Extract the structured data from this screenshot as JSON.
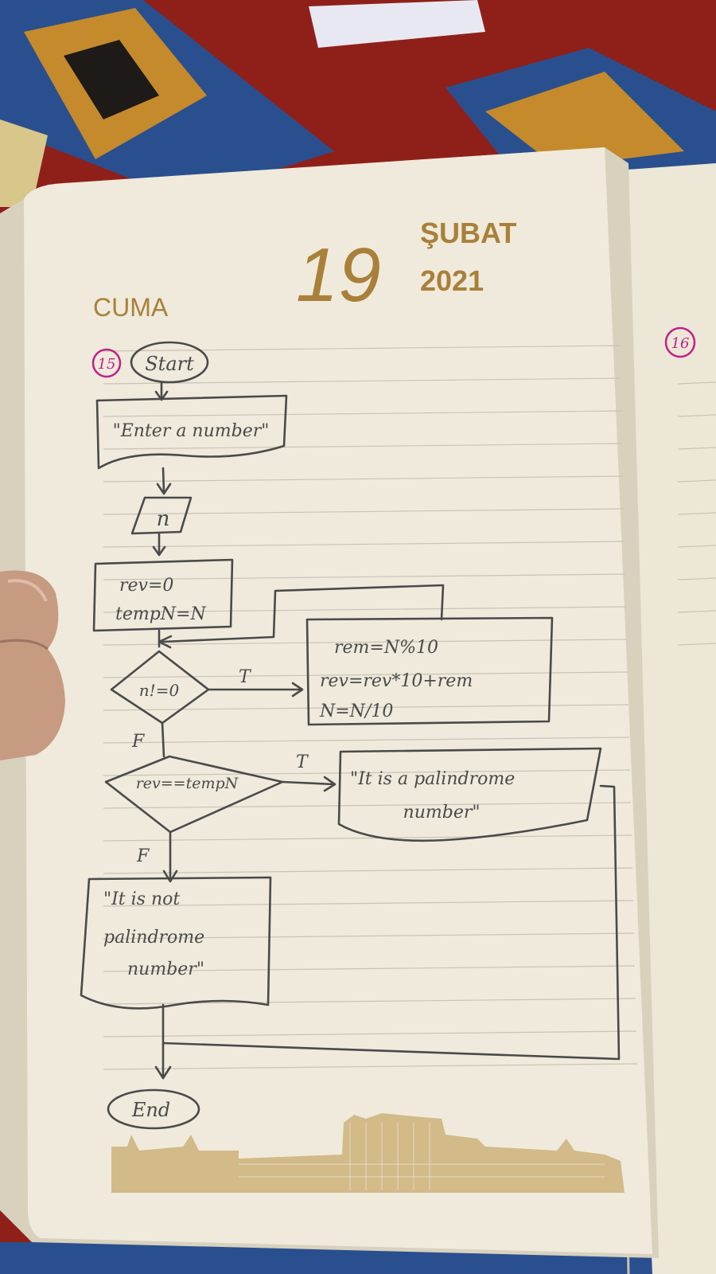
{
  "planner": {
    "day_number": "19",
    "month": "ŞUBAT",
    "year": "2021",
    "weekday": "CUMA",
    "page_number_left": "15",
    "page_number_right": "16"
  },
  "flowchart": {
    "start": "Start",
    "prompt": "\"Enter a number\"",
    "input": "n",
    "init_line1": "rev=0",
    "init_line2": "tempN=N",
    "loop_condition": "n!=0",
    "loop_true": "T",
    "loop_false": "F",
    "body_line1": "rem=N%10",
    "body_line2": "rev=rev*10+rem",
    "body_line3": "N=N/10",
    "check_condition": "rev==tempN",
    "check_true": "T",
    "check_false": "F",
    "yes_line1": "\"It is a palindrome",
    "yes_line2": "number\"",
    "no_line1": "\"It is not",
    "no_line2": "palindrome",
    "no_line3": "number\"",
    "end": "End"
  },
  "colors": {
    "ink": "#4a4a4a",
    "accent_pink": "#c0208a",
    "gold": "#a9803a",
    "paper": "#efeadb"
  }
}
